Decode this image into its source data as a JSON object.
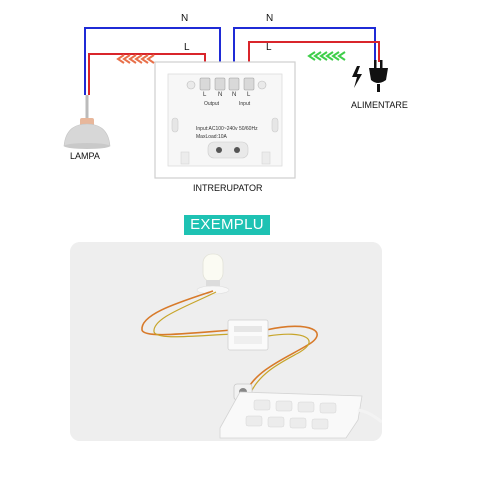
{
  "wires": {
    "neutral_left": "N",
    "neutral_right": "N",
    "live_left": "L",
    "live_right": "L",
    "neutral_color": "#1f2bd6",
    "live_color": "#d9252b"
  },
  "lamp": {
    "label": "LAMPA"
  },
  "power": {
    "label": "ALIMENTARE"
  },
  "switch": {
    "label": "INTRERUPATOR",
    "terminals": [
      "L",
      "N",
      "N",
      "L"
    ],
    "output_label": "Output",
    "input_label": "Input",
    "spec_line1": "Input:AC100~240v  50/60Hz",
    "spec_line2": "MaxLoad:10A"
  },
  "arrows": {
    "output_color": "#e8704a",
    "input_color": "#3fce4a"
  },
  "example": {
    "badge": "EXEMPLU",
    "badge_color": "#1ec2b3"
  }
}
